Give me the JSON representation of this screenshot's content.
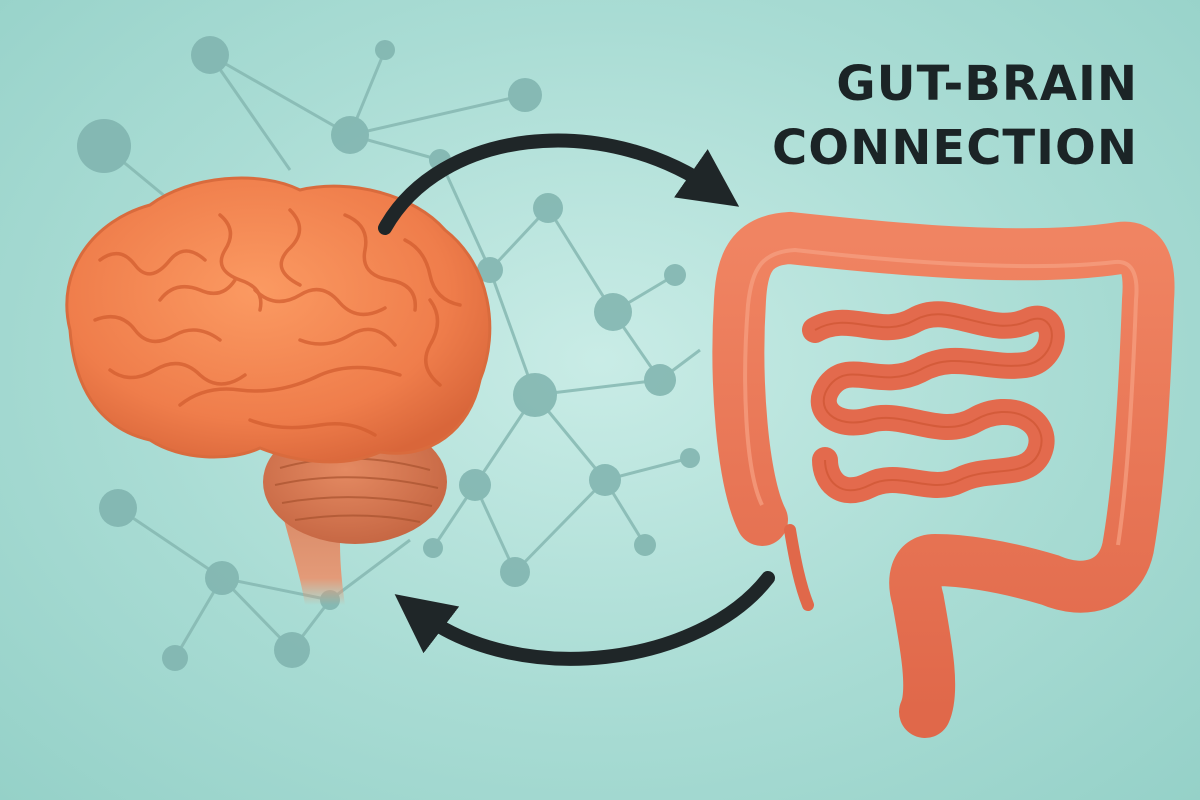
{
  "title": {
    "line1": "GUT-BRAIN",
    "line2": "CONNECTION"
  },
  "colors": {
    "background": "#a9dcd4",
    "network": "#7fb3ae",
    "organ": "#ef7d4b",
    "arrow": "#1f2628",
    "text": "#1b2426"
  },
  "illustrations": [
    "brain",
    "intestines",
    "neural-network",
    "bidirectional-arrows"
  ]
}
